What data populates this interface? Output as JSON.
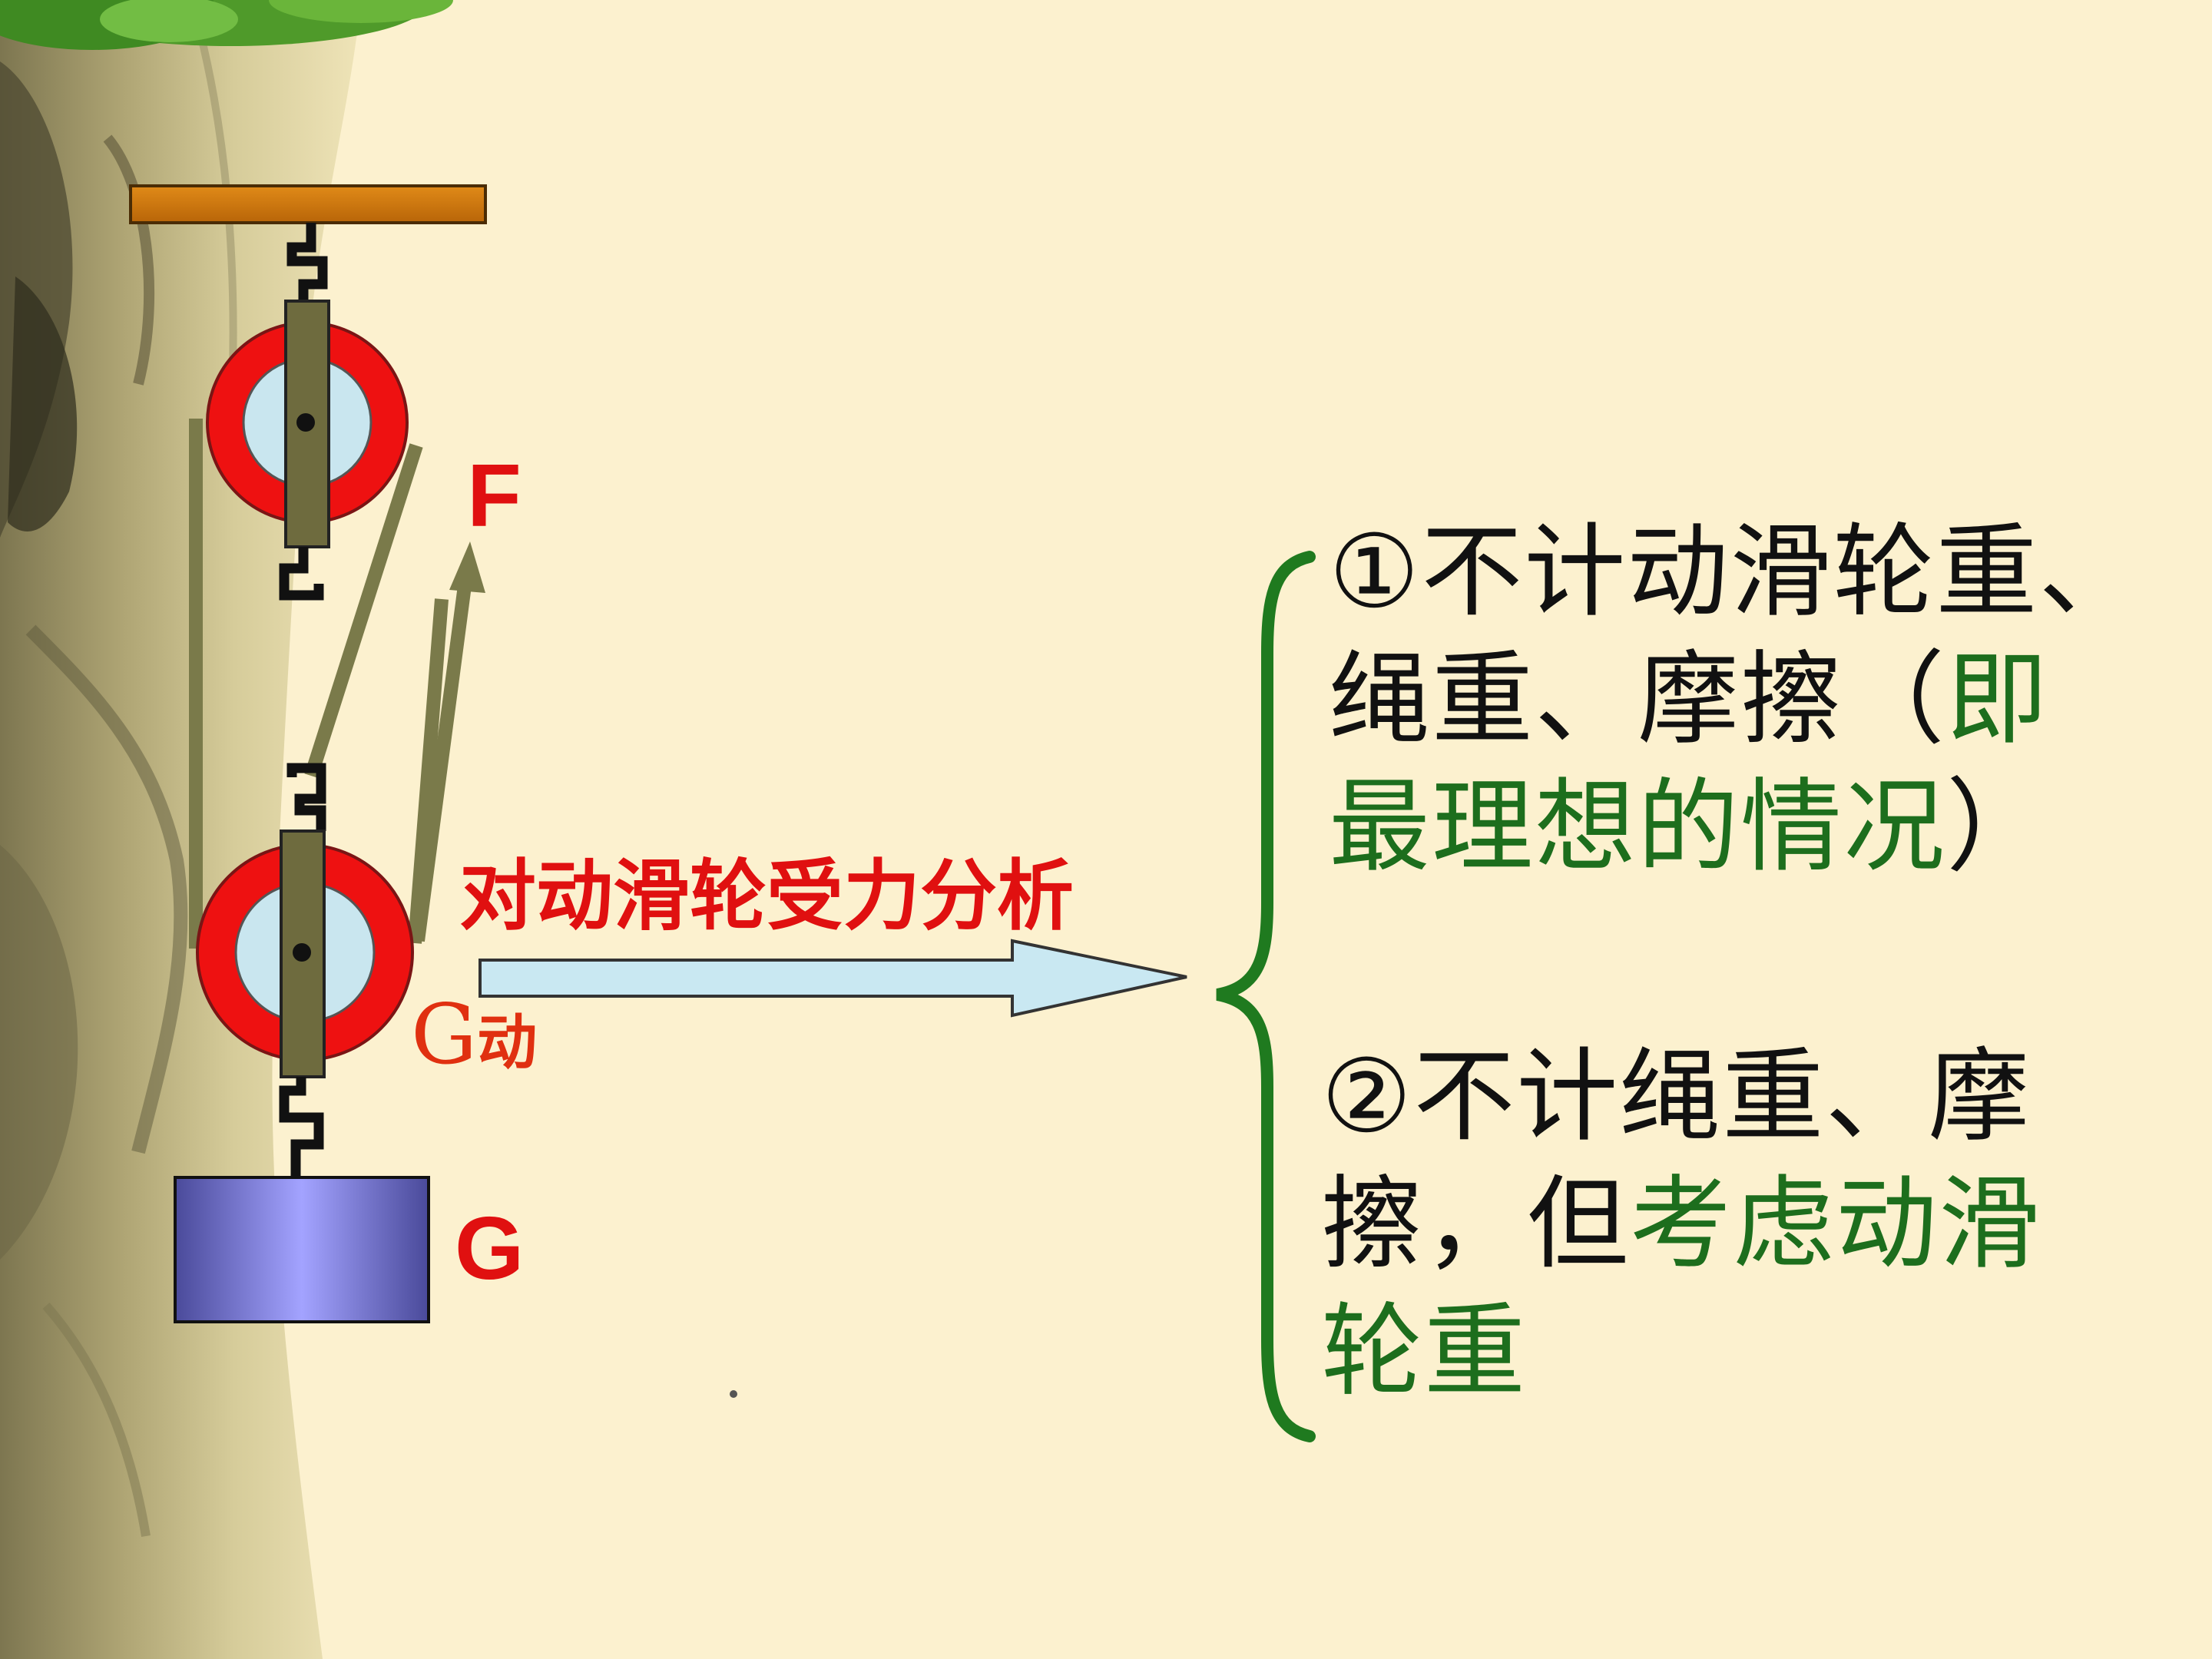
{
  "labels": {
    "force": "F",
    "weight": "G",
    "pulley_weight_main": "G",
    "pulley_weight_sub": "动",
    "analysis": "对动滑轮受力分析"
  },
  "conditions": [
    {
      "parts": [
        {
          "text": "①不计动滑轮重、绳重、摩擦（",
          "highlight": false
        },
        {
          "text": "即最理想的情况",
          "highlight": true
        },
        {
          "text": "）",
          "highlight": false
        }
      ]
    },
    {
      "parts": [
        {
          "text": "②不计绳重、摩擦，但",
          "highlight": false
        },
        {
          "text": "考虑动滑轮重",
          "highlight": true
        }
      ]
    }
  ],
  "colors": {
    "background": "#fcf1cf",
    "label_red": "#e01010",
    "highlight_green": "#1d6e1d",
    "brace_green": "#1f7a1f",
    "pulley_red": "#ee1111",
    "pulley_inner": "#c9e6ef",
    "rope": "#7a7a4a",
    "ceiling_bar": "#d07a10",
    "weight_block": "#8a8ae8",
    "arrow_fill": "#c9e8f2"
  }
}
